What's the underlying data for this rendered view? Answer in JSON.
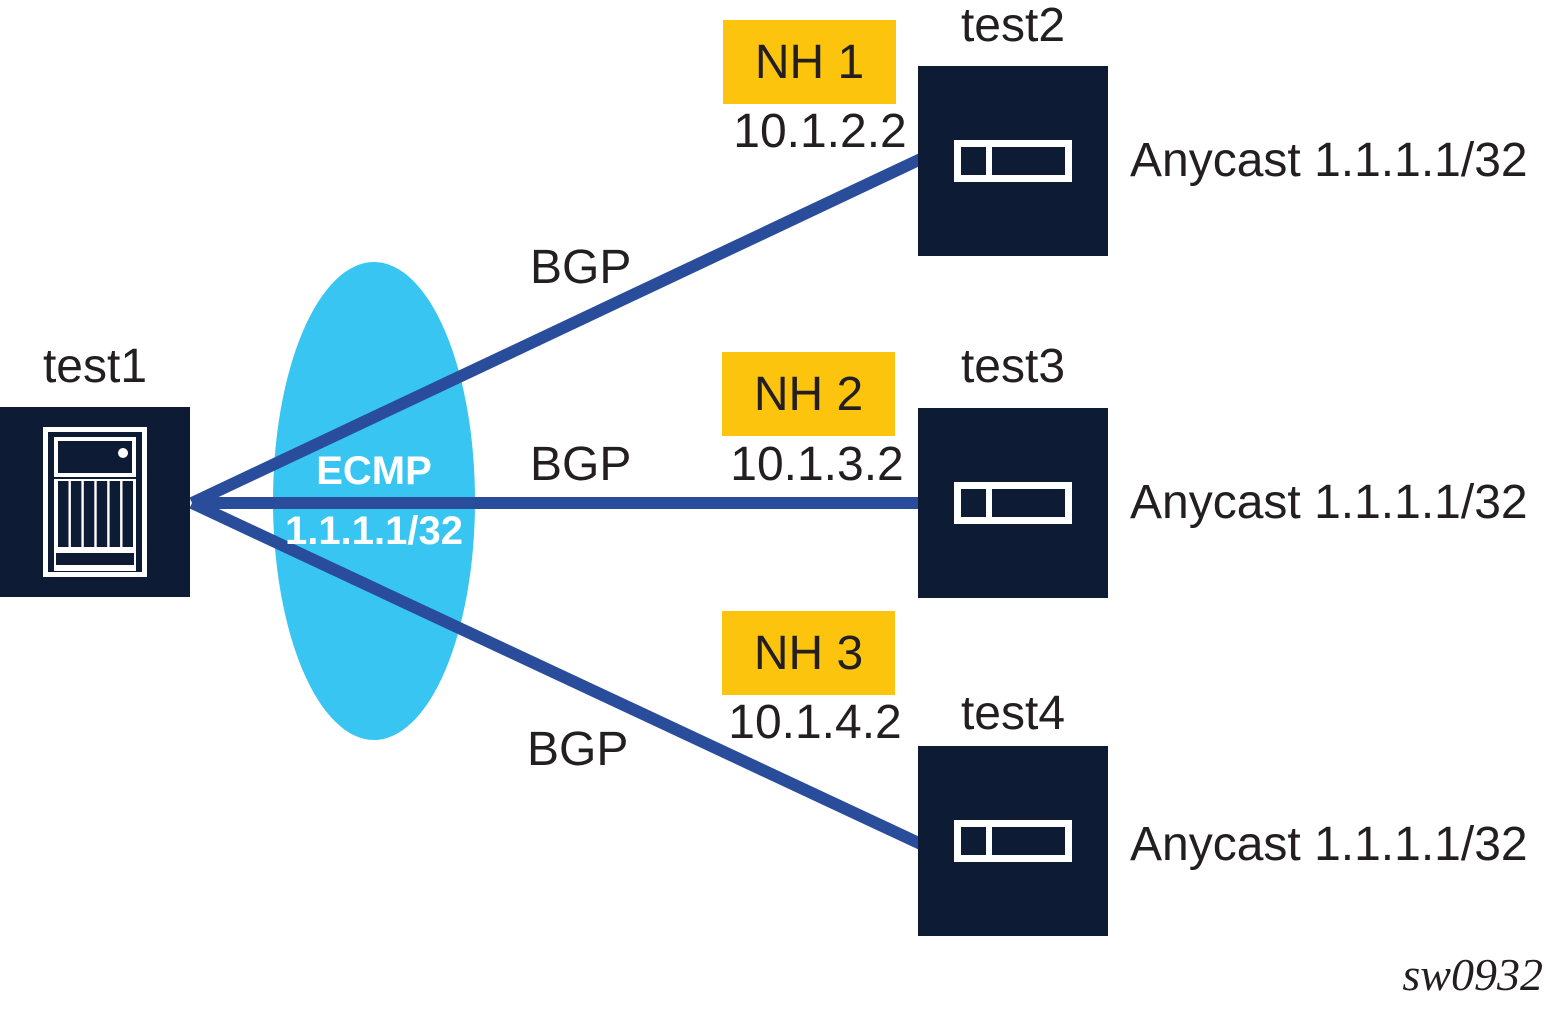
{
  "colors": {
    "navy": "#0d1b35",
    "yellow": "#fcc40d",
    "cyan": "#38c5f2",
    "link_blue": "#2a4d9b",
    "text_dark": "#231f20",
    "white": "#ffffff"
  },
  "source": {
    "label": "test1",
    "icon": "router-chassis-icon"
  },
  "ecmp": {
    "label": "ECMP",
    "prefix": "1.1.1.1/32"
  },
  "links": [
    {
      "protocol": "BGP",
      "nexthop": "NH 1",
      "ip": "10.1.2.2"
    },
    {
      "protocol": "BGP",
      "nexthop": "NH 2",
      "ip": "10.1.3.2"
    },
    {
      "protocol": "BGP",
      "nexthop": "NH 3",
      "ip": "10.1.4.2"
    }
  ],
  "targets": [
    {
      "label": "test2",
      "anycast": "Anycast 1.1.1.1/32",
      "icon": "line-card-icon"
    },
    {
      "label": "test3",
      "anycast": "Anycast 1.1.1.1/32",
      "icon": "line-card-icon"
    },
    {
      "label": "test4",
      "anycast": "Anycast 1.1.1.1/32",
      "icon": "line-card-icon"
    }
  ],
  "watermark": "sw0932"
}
